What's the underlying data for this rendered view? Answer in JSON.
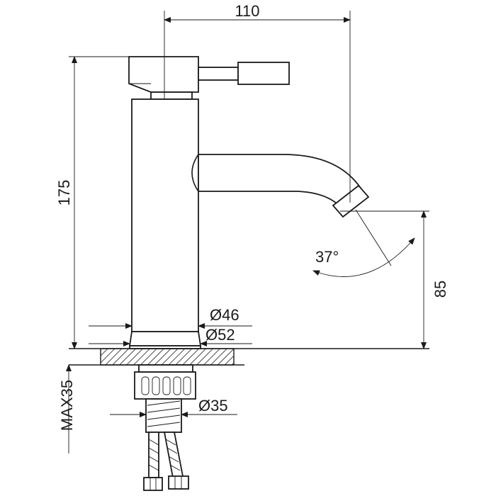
{
  "dimensions": {
    "spout_reach": "110",
    "total_height": "175",
    "spout_height": "85",
    "spout_angle": "37°",
    "body_diameter": "Ø46",
    "base_diameter": "Ø52",
    "shank_diameter": "Ø35",
    "max_deck_thickness": "MAX35"
  },
  "colors": {
    "line": "#1a1a1a",
    "background": "#ffffff"
  }
}
